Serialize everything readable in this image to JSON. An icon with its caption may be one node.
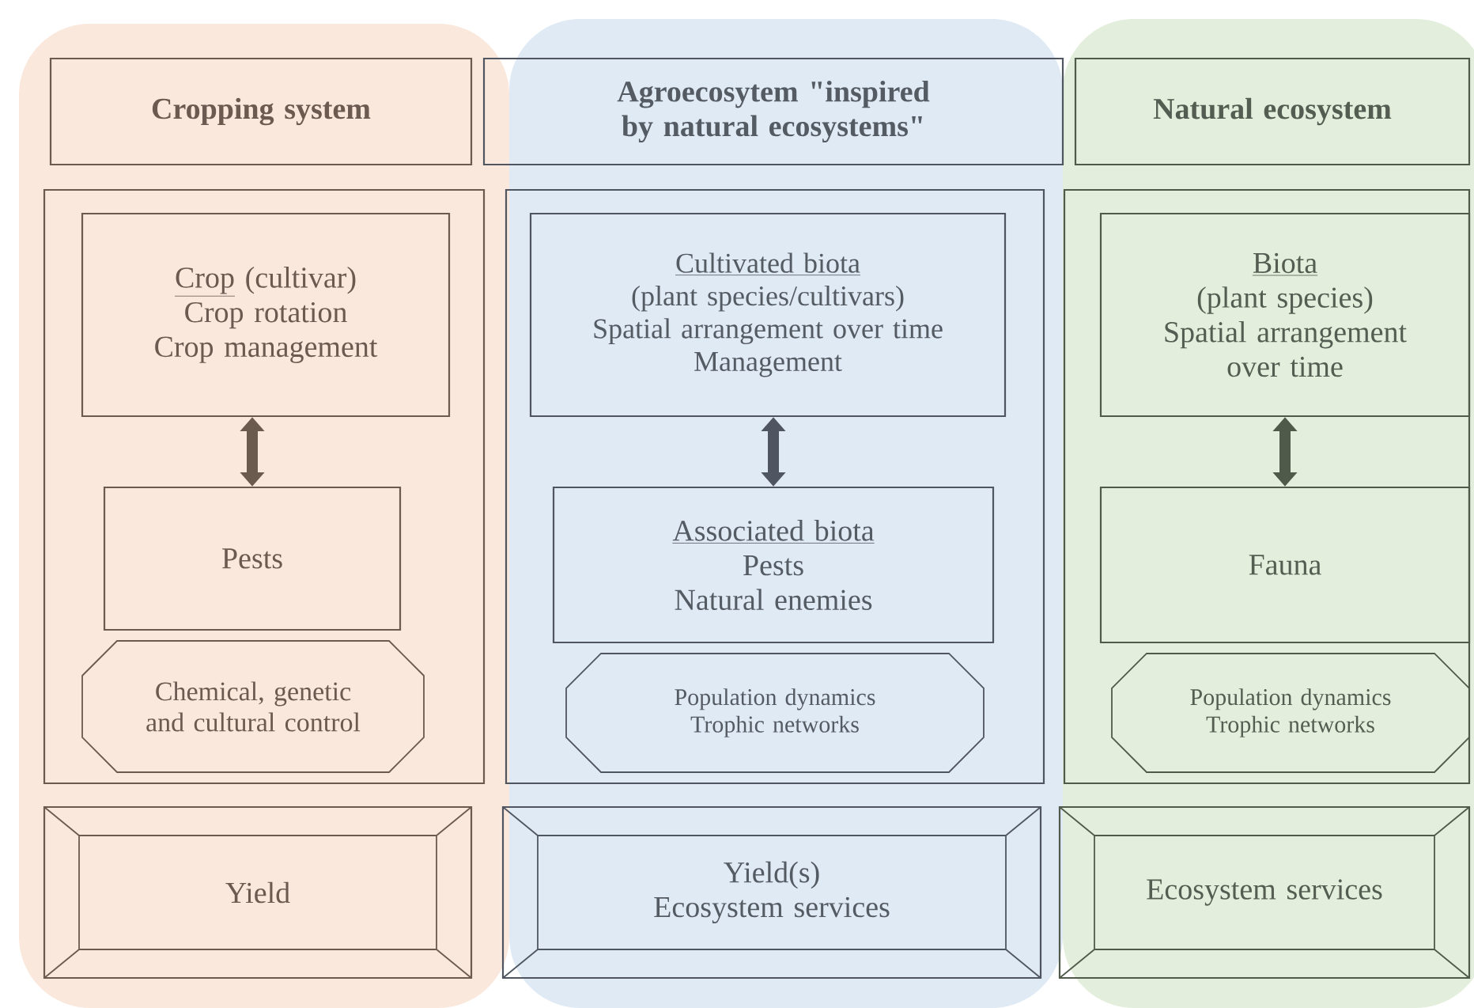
{
  "diagram": {
    "nodes": [
      {
        "text": [
          "Cropping system"
        ]
      },
      {
        "text": [],
        "shape": "box"
      },
      {
        "text": [
          "Crop",
          "(cultivar)",
          "Crop rotation",
          "Crop management"
        ],
        "in": 1
      },
      {
        "text": [
          "Pests"
        ],
        "in": 1
      },
      {
        "text": [
          "Chemical, genetic and cultural control"
        ],
        "in": 1
      },
      {
        "text": [
          "Yield"
        ]
      },
      {
        "text": [
          "Agroecosytem \"inspired by natural ecosystems\""
        ]
      },
      {
        "text": [],
        "shape": "box"
      },
      {
        "text": [
          "Cultivated biota",
          "(plant species/cultivars)",
          "Spatial arrangement over time",
          "Management"
        ],
        "in": 7
      },
      {
        "text": [
          "Associated biota",
          "Pests",
          "Natural enemies"
        ],
        "in": 7
      },
      {
        "text": [
          "Population dynamics",
          "Trophic networks"
        ],
        "in": 7
      },
      {
        "text": [
          "Yield(s)",
          "Ecosystem services"
        ]
      },
      {
        "text": [
          "Natural ecosystem"
        ]
      },
      {
        "text": [],
        "shape": "box"
      },
      {
        "text": [
          "Biota",
          "(plant species)",
          "Spatial arrangement over time"
        ],
        "in": 13
      },
      {
        "text": [
          "Fauna"
        ],
        "in": 13
      },
      {
        "text": [
          "Population dynamics",
          "Trophic networks"
        ],
        "in": 13
      },
      {
        "text": [
          "Ecosystem services"
        ]
      }
    ],
    "edges": [
      {
        "from": 2,
        "to": 3,
        "arrow": "both"
      },
      {
        "from": 8,
        "to": 9,
        "arrow": "both"
      },
      {
        "from": 14,
        "to": 15,
        "arrow": "both"
      }
    ]
  }
}
